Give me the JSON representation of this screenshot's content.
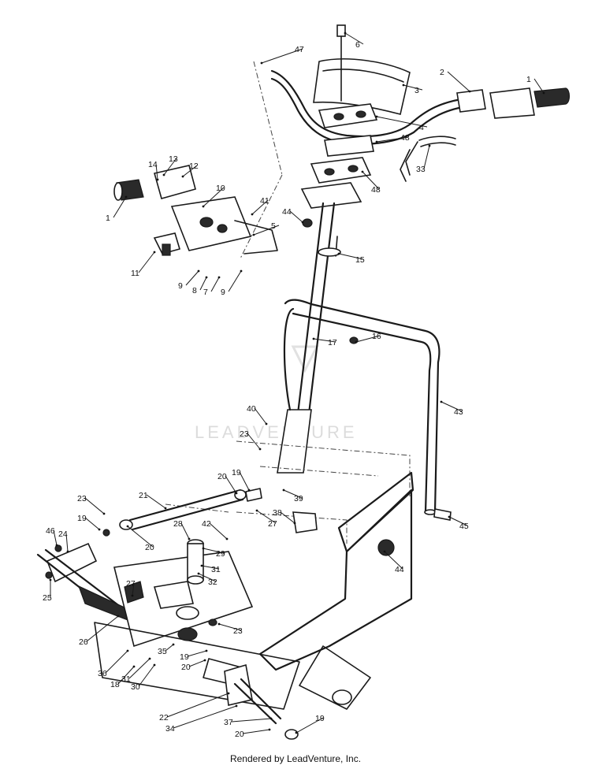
{
  "watermark": "LEADVENTURE",
  "footer": "Rendered by LeadVenture, Inc.",
  "callouts": [
    {
      "id": "c6",
      "label": "6"
    },
    {
      "id": "c47",
      "label": "47"
    },
    {
      "id": "c3",
      "label": "3"
    },
    {
      "id": "c2",
      "label": "2"
    },
    {
      "id": "c1a",
      "label": "1"
    },
    {
      "id": "c4",
      "label": "4"
    },
    {
      "id": "c48a",
      "label": "48"
    },
    {
      "id": "c33",
      "label": "33"
    },
    {
      "id": "c48b",
      "label": "48"
    },
    {
      "id": "c14",
      "label": "14"
    },
    {
      "id": "c13",
      "label": "13"
    },
    {
      "id": "c12",
      "label": "12"
    },
    {
      "id": "c10",
      "label": "10"
    },
    {
      "id": "c1b",
      "label": "1"
    },
    {
      "id": "c41",
      "label": "41"
    },
    {
      "id": "c44a",
      "label": "44"
    },
    {
      "id": "c5",
      "label": "5"
    },
    {
      "id": "c15",
      "label": "15"
    },
    {
      "id": "c11",
      "label": "11"
    },
    {
      "id": "c9a",
      "label": "9"
    },
    {
      "id": "c8",
      "label": "8"
    },
    {
      "id": "c7",
      "label": "7"
    },
    {
      "id": "c9b",
      "label": "9"
    },
    {
      "id": "c16",
      "label": "16"
    },
    {
      "id": "c17",
      "label": "17"
    },
    {
      "id": "c43",
      "label": "43"
    },
    {
      "id": "c40",
      "label": "40"
    },
    {
      "id": "c23a",
      "label": "23"
    },
    {
      "id": "c20a",
      "label": "20"
    },
    {
      "id": "c19a",
      "label": "19"
    },
    {
      "id": "c39",
      "label": "39"
    },
    {
      "id": "c21",
      "label": "21"
    },
    {
      "id": "c38",
      "label": "38"
    },
    {
      "id": "c27a",
      "label": "27"
    },
    {
      "id": "c23b",
      "label": "23"
    },
    {
      "id": "c19b",
      "label": "19"
    },
    {
      "id": "c28",
      "label": "28"
    },
    {
      "id": "c42",
      "label": "42"
    },
    {
      "id": "c45",
      "label": "45"
    },
    {
      "id": "c20b",
      "label": "20"
    },
    {
      "id": "c46",
      "label": "46"
    },
    {
      "id": "c24",
      "label": "24"
    },
    {
      "id": "c29",
      "label": "29"
    },
    {
      "id": "c44b",
      "label": "44"
    },
    {
      "id": "c31a",
      "label": "31"
    },
    {
      "id": "c25",
      "label": "25"
    },
    {
      "id": "c27b",
      "label": "27"
    },
    {
      "id": "c32",
      "label": "32"
    },
    {
      "id": "c26",
      "label": "26"
    },
    {
      "id": "c23c",
      "label": "23"
    },
    {
      "id": "c35",
      "label": "35"
    },
    {
      "id": "c19c",
      "label": "19"
    },
    {
      "id": "c36",
      "label": "36"
    },
    {
      "id": "c31b",
      "label": "31"
    },
    {
      "id": "c20c",
      "label": "20"
    },
    {
      "id": "c18",
      "label": "18"
    },
    {
      "id": "c30",
      "label": "30"
    },
    {
      "id": "c22",
      "label": "22"
    },
    {
      "id": "c34",
      "label": "34"
    },
    {
      "id": "c37",
      "label": "37"
    },
    {
      "id": "c19d",
      "label": "19"
    },
    {
      "id": "c20d",
      "label": "20"
    }
  ]
}
